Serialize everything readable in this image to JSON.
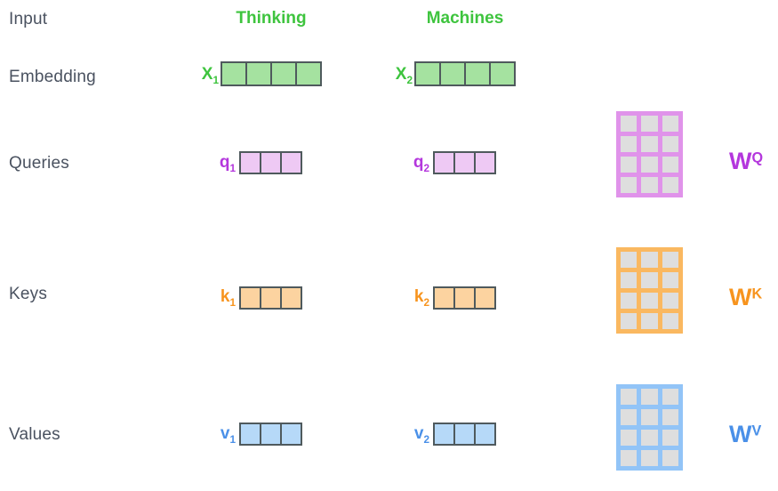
{
  "colors": {
    "label_text": "#4a5260",
    "cell_border": "#4f5a5d",
    "green_text": "#3ec43e",
    "green_fill": "#a5e2a0",
    "purple_text": "#b437dd",
    "purple_fill": "#eec9f4",
    "purple_matrix_border": "#e093ea",
    "orange_text": "#f7941e",
    "orange_fill": "#fcd3a0",
    "orange_matrix_border": "#fab860",
    "blue_text": "#4a90e8",
    "blue_fill": "#b6d9f8",
    "blue_matrix_border": "#92c4f7",
    "matrix_cell_fill": "#dedede"
  },
  "row_labels": {
    "input": "Input",
    "embedding": "Embedding",
    "queries": "Queries",
    "keys": "Keys",
    "values": "Values"
  },
  "tokens": {
    "t1": "Thinking",
    "t2": "Machines"
  },
  "vectors": {
    "x1": {
      "base": "X",
      "sub": "1",
      "cells": 4
    },
    "x2": {
      "base": "X",
      "sub": "2",
      "cells": 4
    },
    "q1": {
      "base": "q",
      "sub": "1",
      "cells": 3
    },
    "q2": {
      "base": "q",
      "sub": "2",
      "cells": 3
    },
    "k1": {
      "base": "k",
      "sub": "1",
      "cells": 3
    },
    "k2": {
      "base": "k",
      "sub": "2",
      "cells": 3
    },
    "v1": {
      "base": "v",
      "sub": "1",
      "cells": 3
    },
    "v2": {
      "base": "v",
      "sub": "2",
      "cells": 3
    }
  },
  "matrices": {
    "wq": {
      "base": "W",
      "sup": "Q",
      "rows": 4,
      "cols": 3
    },
    "wk": {
      "base": "W",
      "sup": "K",
      "rows": 4,
      "cols": 3
    },
    "wv": {
      "base": "W",
      "sup": "V",
      "rows": 4,
      "cols": 3
    }
  }
}
